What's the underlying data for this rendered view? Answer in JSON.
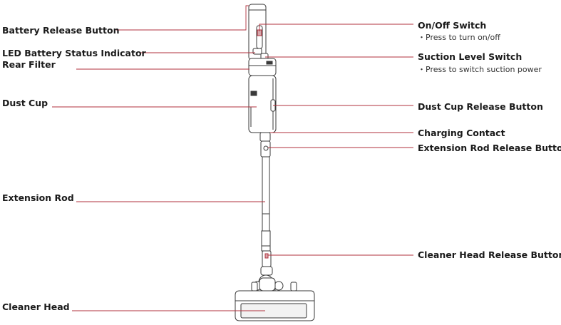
{
  "colors": {
    "leader": "#b0313d",
    "outline": "#3a3a3a",
    "body": "#ffffff",
    "text": "#1a1a1a"
  },
  "labels": {
    "battery_release": "Battery Release Button",
    "led_indicator": "LED Battery Status Indicator",
    "rear_filter": "Rear Filter",
    "dust_cup": "Dust Cup",
    "extension_rod": "Extension Rod",
    "cleaner_head": "Cleaner Head",
    "on_off": "On/Off Switch",
    "on_off_note": "・Press to turn on/off",
    "suction_level": "Suction Level Switch",
    "suction_level_note": "・Press to switch suction power",
    "dust_cup_release": "Dust Cup Release Button",
    "charging_contact": "Charging Contact",
    "ext_rod_release": "Extension Rod Release Button",
    "head_release": "Cleaner Head Release Button"
  }
}
